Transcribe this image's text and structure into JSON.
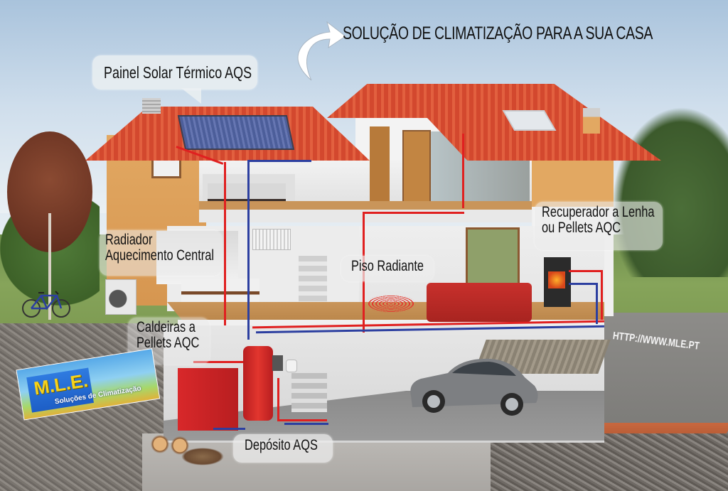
{
  "headline": {
    "text": "SOLUÇÃO DE CLIMATIZAÇÃO PARA A SUA CASA",
    "icon": "curved-arrow-icon"
  },
  "callouts": {
    "solar_panel": "Painel Solar Térmico AQS",
    "radiator": [
      "Radiador",
      "Aquecimento Central"
    ],
    "wood_stove": [
      "Recuperador a Lenha",
      "ou Pellets AQC"
    ],
    "underfloor": "Piso Radiante",
    "boilers": [
      "Caldeiras a",
      "Pellets AQC"
    ],
    "tank": "Depósito AQS"
  },
  "logo": {
    "title": "M.L.E.",
    "subtitle": "Soluções de Climatização"
  },
  "website": "HTTP://WWW.MLE.PT",
  "colors": {
    "hot_pipe": "#e02020",
    "cold_pipe": "#2c3fa0",
    "roof": "#d3482e",
    "wall_orange": "#e2a862",
    "logo_blue": "#1d5ec6",
    "logo_yellow": "#f6d21c"
  },
  "scene_elements": [
    "solar-thermal-panel",
    "roof-tiles",
    "chimney",
    "skylight",
    "bedroom",
    "bathroom",
    "radiator",
    "kitchen",
    "dining-area",
    "living-room-sofa",
    "underfloor-heating",
    "wood-pellet-stove",
    "air-conditioning-unit",
    "bicycle",
    "tree",
    "pellet-boiler",
    "hot-water-tank",
    "pump-group",
    "expansion-vessel",
    "stairs",
    "garage-door",
    "car",
    "firewood-logs",
    "wood-pellets"
  ]
}
